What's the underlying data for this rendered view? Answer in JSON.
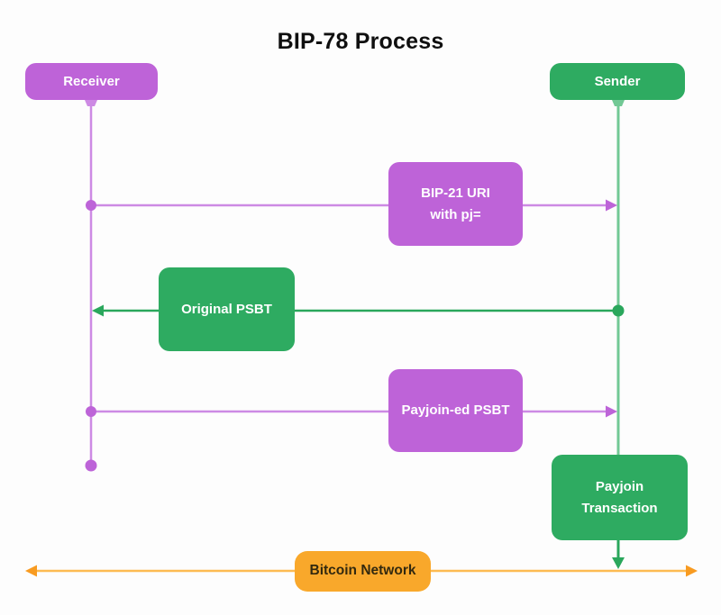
{
  "title": "BIP-78 Process",
  "colors": {
    "purple": "#be63d8",
    "purple_line": "#cd8ae4",
    "purple_accent": "#bd64d8",
    "green": "#2eab61",
    "green_line": "#72c995",
    "green_accent": "#2aa75c",
    "orange": "#f9a82b",
    "orange_line": "#fdbb52",
    "orange_accent": "#f89b21",
    "text_on_color": "#ffffff",
    "bitcoin_text": "#33290f",
    "title_color": "#0f0f0f",
    "background": "#fdfdfd"
  },
  "nodes": {
    "receiver": {
      "label": "Receiver"
    },
    "sender": {
      "label": "Sender"
    },
    "bip21_uri": {
      "label_line1": "BIP-21 URI",
      "label_line2": "with pj="
    },
    "original_psbt": {
      "label": "Original PSBT"
    },
    "payjoined_psbt": {
      "label": "Payjoin-ed PSBT"
    },
    "payjoin_transaction": {
      "label_line1": "Payjoin",
      "label_line2": "Transaction"
    },
    "bitcoin_network": {
      "label": "Bitcoin Network"
    }
  },
  "edges": [
    {
      "from": "Receiver",
      "to": "Sender",
      "label": "BIP-21 URI with pj=",
      "color": "purple",
      "direction": "right"
    },
    {
      "from": "Sender",
      "to": "Receiver",
      "label": "Original PSBT",
      "color": "green",
      "direction": "left"
    },
    {
      "from": "Receiver",
      "to": "Sender",
      "label": "Payjoin-ed PSBT",
      "color": "purple",
      "direction": "right"
    },
    {
      "from": "Sender",
      "to": "Bitcoin Network",
      "label": "Payjoin Transaction",
      "color": "green",
      "direction": "down"
    },
    {
      "from": "Bitcoin Network",
      "to": "Bitcoin Network",
      "label": "",
      "color": "orange",
      "direction": "both"
    }
  ]
}
